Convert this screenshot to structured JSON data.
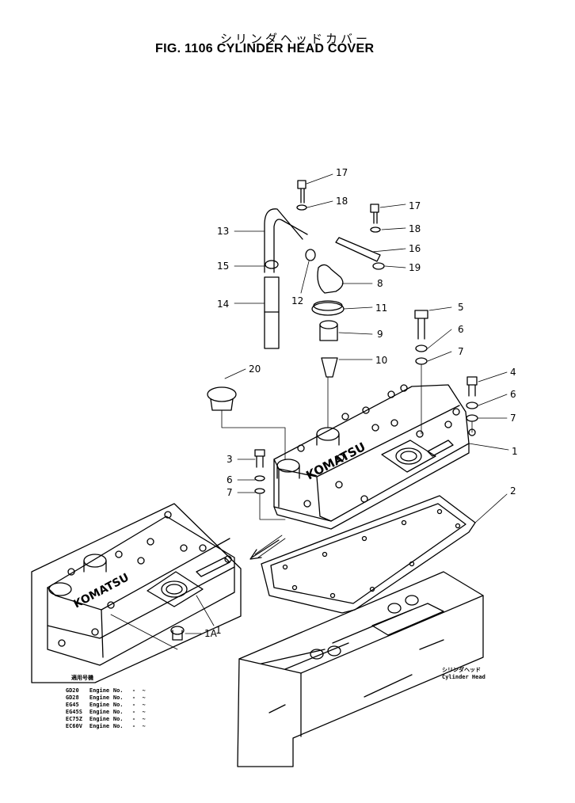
{
  "title": {
    "japanese": "シリンダヘッドカバー",
    "main": "FIG. 1106  CYLINDER HEAD COVER"
  },
  "diagram_brand": "KOMATSU",
  "callouts": [
    "17",
    "18",
    "17",
    "18",
    "13",
    "16",
    "15",
    "19",
    "8",
    "12",
    "14",
    "11",
    "5",
    "9",
    "6",
    "10",
    "7",
    "20",
    "4",
    "6",
    "7",
    "1",
    "3",
    "6",
    "7",
    "2",
    "1",
    "1A"
  ],
  "cylinder_head_label": {
    "jp": "シリンダヘッド",
    "en": "Cylinder Head"
  },
  "applicability_table": {
    "header": "適用号機",
    "rows": [
      {
        "model": "GD20",
        "engine": "Engine",
        "no": "No.",
        "serial": "-  ~"
      },
      {
        "model": "GD28",
        "engine": "Engine",
        "no": "No.",
        "serial": "-  ~"
      },
      {
        "model": "EG45",
        "engine": "Engine",
        "no": "No.",
        "serial": "-  ~"
      },
      {
        "model": "EG45S",
        "engine": "Engine",
        "no": "No.",
        "serial": "-  ~"
      },
      {
        "model": "EC75Z",
        "engine": "Engine",
        "no": "No.",
        "serial": "-  ~"
      },
      {
        "model": "EC60V",
        "engine": "Engine",
        "no": "No.",
        "serial": "-  ~"
      }
    ]
  }
}
